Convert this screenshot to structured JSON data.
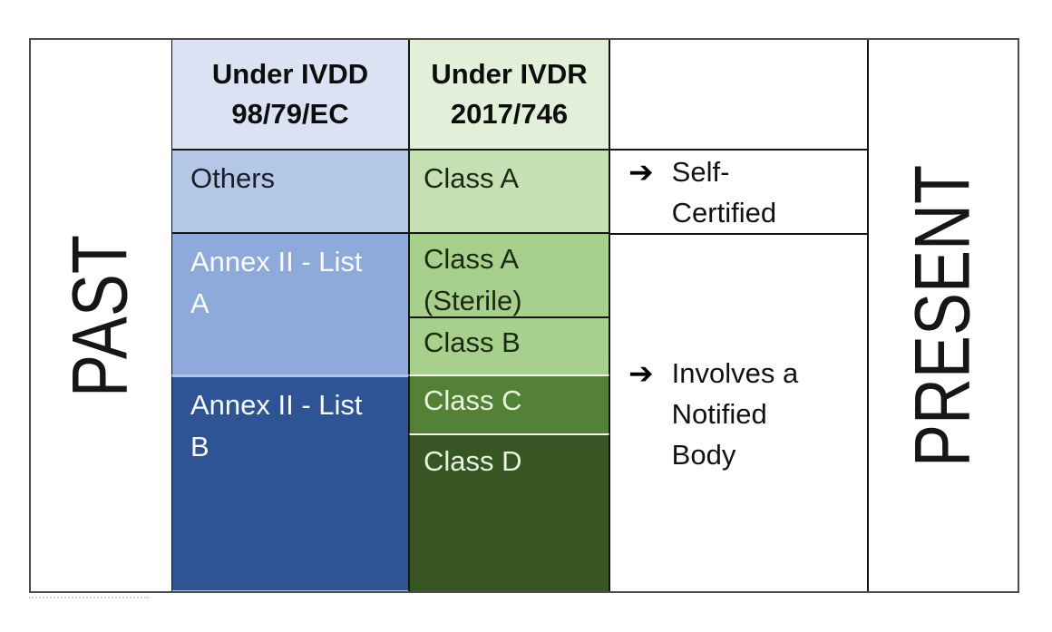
{
  "diagram": {
    "past_label": "PAST",
    "present_label": "PRESENT",
    "ivdd": {
      "header": {
        "label": "Under IVDD 98/79/EC",
        "lines": [
          "Under IVDD",
          "98/79/EC"
        ]
      },
      "rows": [
        {
          "label": "Others",
          "lines": [
            "Others"
          ]
        },
        {
          "label": "Annex II - List A",
          "lines": [
            "Annex II - List",
            "A"
          ]
        },
        {
          "label": "Annex II - List B",
          "lines": [
            "Annex II - List",
            "B"
          ]
        }
      ]
    },
    "ivdr": {
      "header": {
        "label": "Under IVDR 2017/746",
        "lines": [
          "Under IVDR",
          "2017/746"
        ]
      },
      "rows": [
        {
          "label": "Class A"
        },
        {
          "label": "Class A (Sterile)",
          "lines": [
            "Class A",
            "(Sterile)"
          ]
        },
        {
          "label": "Class B"
        },
        {
          "label": "Class C"
        },
        {
          "label": "Class D"
        }
      ]
    },
    "outcomes": {
      "arrow": "➔",
      "self_certified": {
        "label": "Self-Certified",
        "lines": [
          "Self-",
          "Certified"
        ]
      },
      "notified_body": {
        "label": "Involves a Notified Body",
        "lines": [
          "Involves a",
          "Notified",
          "Body"
        ]
      }
    }
  },
  "colors": {
    "ivdd_header_bg": "#dbe2f3",
    "others_bg": "#b4c7e7",
    "annex_a_bg": "#8eaadb",
    "annex_b_bg": "#2f5496",
    "ivdr_header_bg": "#e2efd9",
    "class_a_bg": "#c5e0b3",
    "class_a_sterile_bg": "#a8d08d",
    "class_b_bg": "#a8d08d",
    "class_c_bg": "#538135",
    "class_d_bg": "#375623",
    "border_line": "#151515",
    "outer_frame": "#4b4b4b",
    "arrow": "#000000"
  }
}
